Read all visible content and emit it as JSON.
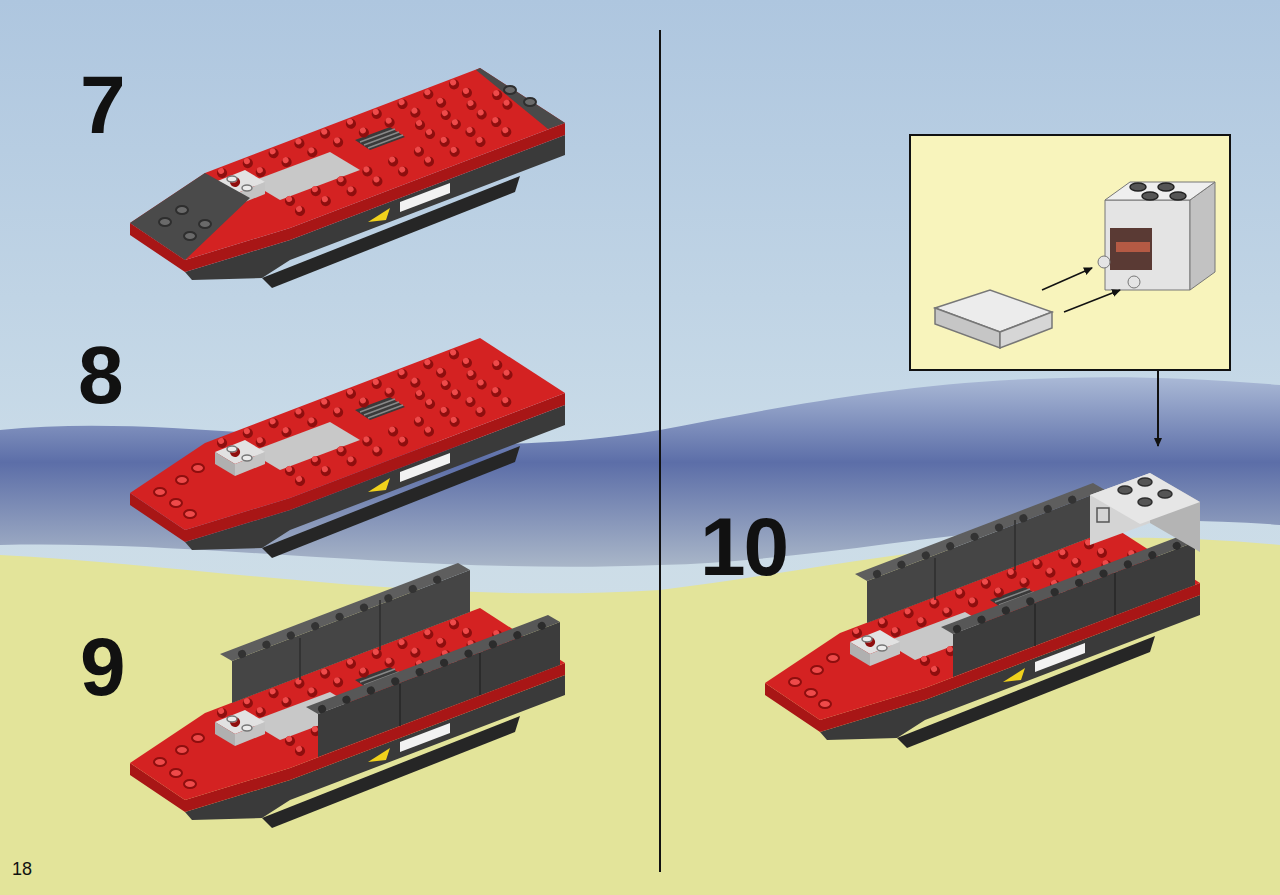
{
  "diagram": {
    "labels": [
      "7",
      "8",
      "9",
      "10",
      "18"
    ]
  }
}
